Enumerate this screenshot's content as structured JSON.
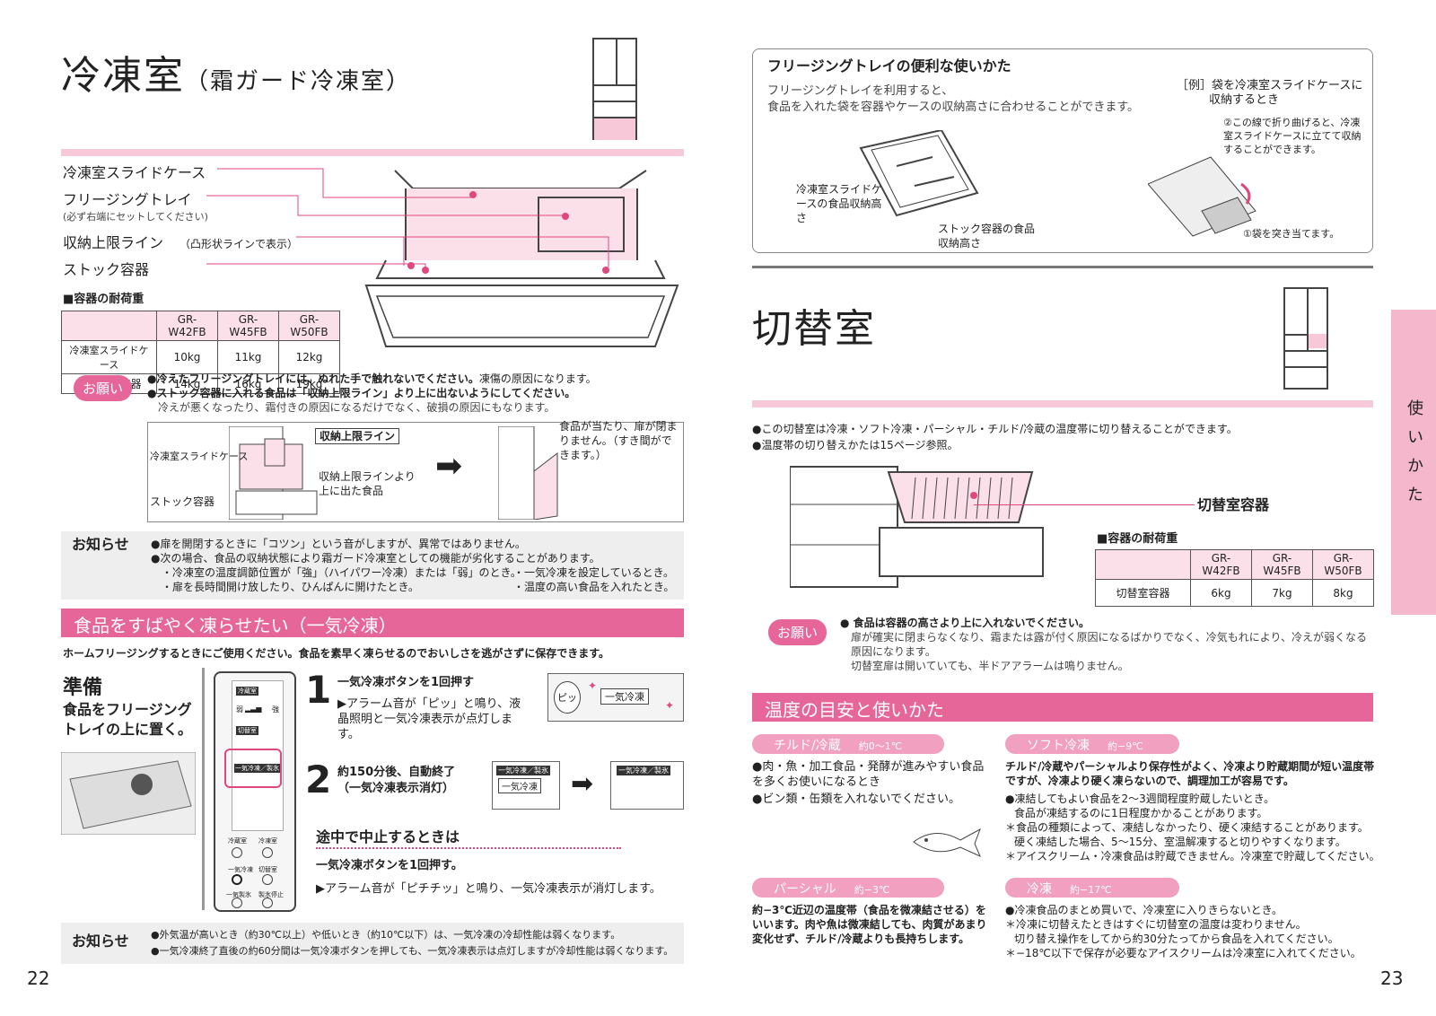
{
  "left": {
    "title": "冷凍室",
    "title_sub": "（霜ガード冷凍室）",
    "labels": {
      "slide_case": "冷凍室スライドケース",
      "freezing_tray": "フリージングトレイ",
      "freezing_tray_note": "(必ず右端にセットしてください)",
      "limit_line": "収納上限ライン",
      "limit_line_note": "（凸形状ラインで表示）",
      "stock": "ストック容器"
    },
    "load_title": "■容器の耐荷重",
    "load_table": {
      "headers": [
        "",
        "GR-W42FB",
        "GR-W45FB",
        "GR-W50FB"
      ],
      "rows": [
        [
          "冷凍室スライドケース",
          "10kg",
          "11kg",
          "12kg"
        ],
        [
          "ストック容器",
          "14kg",
          "16kg",
          "19kg"
        ]
      ]
    },
    "onegai_label": "お願い",
    "onegai_1a": "●冷えたフリージングトレイには、ぬれた手で触れないでください。",
    "onegai_1b": "凍傷の原因になります。",
    "onegai_2": "●ストック容器に入れる食品は「収納上限ライン」より上に出ないようにしてください。",
    "onegai_2b": "冷えが悪くなったり、霜付きの原因になるだけでなく、破損の原因にもなります。",
    "diagram": {
      "slide_case": "冷凍室スライドケース",
      "limit": "収納上限ライン",
      "stock": "ストック容器",
      "over": "収納上限ラインより上に出た食品",
      "result": "食品が当たり、扉が閉まりません。（すき間ができます。）"
    },
    "oshirase_label": "お知らせ",
    "oshirase_1": "●扉を開閉するときに「コツン」という音がしますが、異常ではありません。",
    "oshirase_2": "●次の場合、食品の収納状態により霜ガード冷凍室としての機能が劣化することがあります。",
    "oshirase_3": "・冷凍室の温度調節位置が「強」（ハイパワー冷凍）または「弱」のとき。",
    "oshirase_4": "・一気冷凍を設定しているとき。",
    "oshirase_5": "・扉を長時間開け放したり、ひんぱんに開けたとき。",
    "oshirase_6": "・温度の高い食品を入れたとき。",
    "section2_title": "食品をすばやく凍らせたい（一気冷凍）",
    "section2_lead": "ホームフリージングするときにご使用ください。食品を素早く凍らせるのでおいしさを逃がさずに保存できます。",
    "prep_title": "準備",
    "prep_text": "食品をフリージングトレイの上に置く。",
    "panel": {
      "top": "冷蔵室",
      "weak": "弱",
      "strong": "強",
      "mode": "切替室",
      "quick": "一気冷凍／製氷",
      "btn1": "冷蔵室",
      "btn2": "冷凍室",
      "btn3": "一気冷凍",
      "btn4": "切替室",
      "btn5": "一気製氷",
      "btn6": "製氷停止"
    },
    "step1_num": "1",
    "step1_title": "一気冷凍ボタンを1回押す",
    "step1_body": "▶アラーム音が「ピッ」と鳴り、液晶照明と一気冷凍表示が点灯します。",
    "beep": "ピッ",
    "lcd_quick": "一気冷凍",
    "step2_num": "2",
    "step2_title": "約150分後、自動終了",
    "step2_sub": "（一気冷凍表示消灯）",
    "lcd_top": "一気冷凍／製氷",
    "stop_title": "途中で中止するときは",
    "stop_1": "一気冷凍ボタンを1回押す。",
    "stop_2": "▶アラーム音が「ピチチッ」と鳴り、一気冷凍表示が消灯します。",
    "oshirase2_label": "お知らせ",
    "oshirase2_1": "●外気温が高いとき（約30℃以上）や低いとき（約10℃以下）は、一気冷凍の冷却性能は弱くなります。",
    "oshirase2_2": "●一気冷凍終了直後の約60分間は一気冷凍ボタンを押しても、一気冷凍表示は点灯しますが冷却性能は弱くなります。",
    "page_num": "22"
  },
  "right": {
    "tray_box_title": "フリージングトレイの便利な使いかた",
    "tray_box_text1": "フリージングトレイを利用すると、",
    "tray_box_text2": "食品を入れた袋を容器やケースの収納高さに合わせることができます。",
    "example_1": "［例］袋を冷凍室スライドケースに",
    "example_2": "収納するとき",
    "fold_note": "②この線で折り曲げると、冷凍室スライドケースに立てて収納することができます。",
    "push_note": "①袋を突き当てます。",
    "height_a": "冷凍室スライドケースの食品収納高さ",
    "height_b": "ストック容器の食品収納高さ",
    "title": "切替室",
    "bullet_1": "●この切替室は冷凍・ソフト冷凍・パーシャル・チルド/冷蔵の温度帯に切り替えることができます。",
    "bullet_2": "●温度帯の切り替えかたは15ページ参照。",
    "container_label": "切替室容器",
    "load_title": "■容器の耐荷重",
    "load_table": {
      "headers": [
        "",
        "GR-W42FB",
        "GR-W45FB",
        "GR-W50FB"
      ],
      "rows": [
        [
          "切替室容器",
          "6kg",
          "7kg",
          "8kg"
        ]
      ]
    },
    "onegai_label": "お願い",
    "onegai_1": "● 食品は容器の高さより上に入れないでください。",
    "onegai_2": "扉が確実に閉まらなくなり、霜または露が付く原因になるばかりでなく、冷気もれにより、冷えが弱くなる原因になります。",
    "onegai_3": "切替室扉は開いていても、半ドアアラームは鳴りません。",
    "section_title": "温度の目安と使いかた",
    "chilled": {
      "name": "チルド/冷蔵",
      "range": "約0～1℃",
      "text1": "●肉・魚・加工食品・発酵が進みやすい食品を多くお使いになるとき",
      "text2": "●ビン類・缶類を入れないでください。"
    },
    "soft": {
      "name": "ソフト冷凍",
      "range": "約−9℃",
      "lead": "チルド/冷蔵やパーシャルより保存性がよく、冷凍より貯蔵期間が短い温度帯ですが、冷凍より硬く凍らないので、調理加工が容易です。",
      "b1": "●凍結してもよい食品を2～3週間程度貯蔵したいとき。",
      "b1b": "食品が凍結するのに1日程度かかることがあります。",
      "b2": "＊食品の種類によって、凍結しなかったり、硬く凍結することがあります。",
      "b2b": "硬く凍結した場合、5～15分、室温解凍すると切りやすくなります。",
      "b3": "＊アイスクリーム・冷凍食品は貯蔵できません。冷凍室で貯蔵してください。"
    },
    "partial": {
      "name": "パーシャル",
      "range": "約−3℃",
      "text": "約−3℃近辺の温度帯（食品を微凍結させる）をいいます。肉や魚は微凍結しても、肉質があまり変化せず、チルド/冷蔵よりも長持ちします。"
    },
    "freeze": {
      "name": "冷凍",
      "range": "約−17℃",
      "b1": "●冷凍食品のまとめ買いで、冷凍室に入りきらないとき。",
      "b2": "＊冷凍に切替えたときはすぐに切替室の温度は変わりません。",
      "b2b": "切り替え操作をしてから約30分たってから食品を入れてください。",
      "b3": "＊−18℃以下で保存が必要なアイスクリームは冷凍室に入れてください。"
    },
    "side_tab": "使いかた",
    "page_num": "23"
  },
  "colors": {
    "accent": "#e7669a",
    "pink_light": "#f7c9d8",
    "pink_fill": "#fbe0ea"
  }
}
